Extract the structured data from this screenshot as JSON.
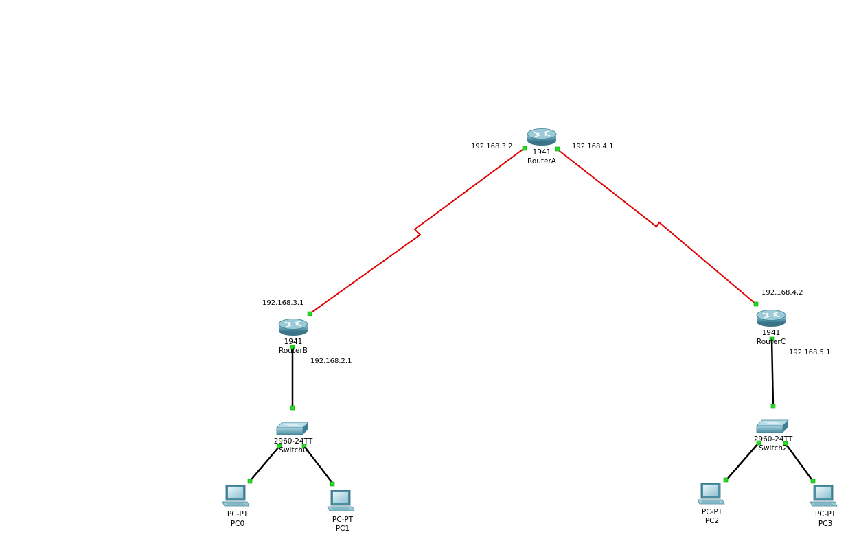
{
  "colors": {
    "background": "#ffffff",
    "serial_link": "#e00000",
    "ethernet_link": "#000000",
    "port_up": "#22dd22",
    "device_body": "#4a8fa3"
  },
  "devices": {
    "routerA": {
      "model": "1941",
      "name": "RouterA",
      "icon": "router-icon"
    },
    "routerB": {
      "model": "1941",
      "name": "RouterB",
      "icon": "router-icon"
    },
    "routerC": {
      "model": "1941",
      "name": "RouterC",
      "icon": "router-icon"
    },
    "switch0": {
      "model": "2960-24TT",
      "name": "Switch0",
      "icon": "switch-icon"
    },
    "switch2": {
      "model": "2960-24TT",
      "name": "Switch2",
      "icon": "switch-icon"
    },
    "pc0": {
      "model": "PC-PT",
      "name": "PC0",
      "icon": "pc-icon"
    },
    "pc1": {
      "model": "PC-PT",
      "name": "PC1",
      "icon": "pc-icon"
    },
    "pc2": {
      "model": "PC-PT",
      "name": "PC2",
      "icon": "pc-icon"
    },
    "pc3": {
      "model": "PC-PT",
      "name": "PC3",
      "icon": "pc-icon"
    }
  },
  "ip_labels": {
    "routerA_left": "192.168.3.2",
    "routerA_right": "192.168.4.1",
    "routerB_up": "192.168.3.1",
    "routerB_down": "192.168.2.1",
    "routerC_up": "192.168.4.2",
    "routerC_down": "192.168.5.1"
  },
  "links": [
    {
      "from": "routerA",
      "to": "routerB",
      "type": "serial"
    },
    {
      "from": "routerA",
      "to": "routerC",
      "type": "serial"
    },
    {
      "from": "routerB",
      "to": "switch0",
      "type": "ethernet"
    },
    {
      "from": "routerC",
      "to": "switch2",
      "type": "ethernet"
    },
    {
      "from": "switch0",
      "to": "pc0",
      "type": "ethernet"
    },
    {
      "from": "switch0",
      "to": "pc1",
      "type": "ethernet"
    },
    {
      "from": "switch2",
      "to": "pc2",
      "type": "ethernet"
    },
    {
      "from": "switch2",
      "to": "pc3",
      "type": "ethernet"
    }
  ]
}
